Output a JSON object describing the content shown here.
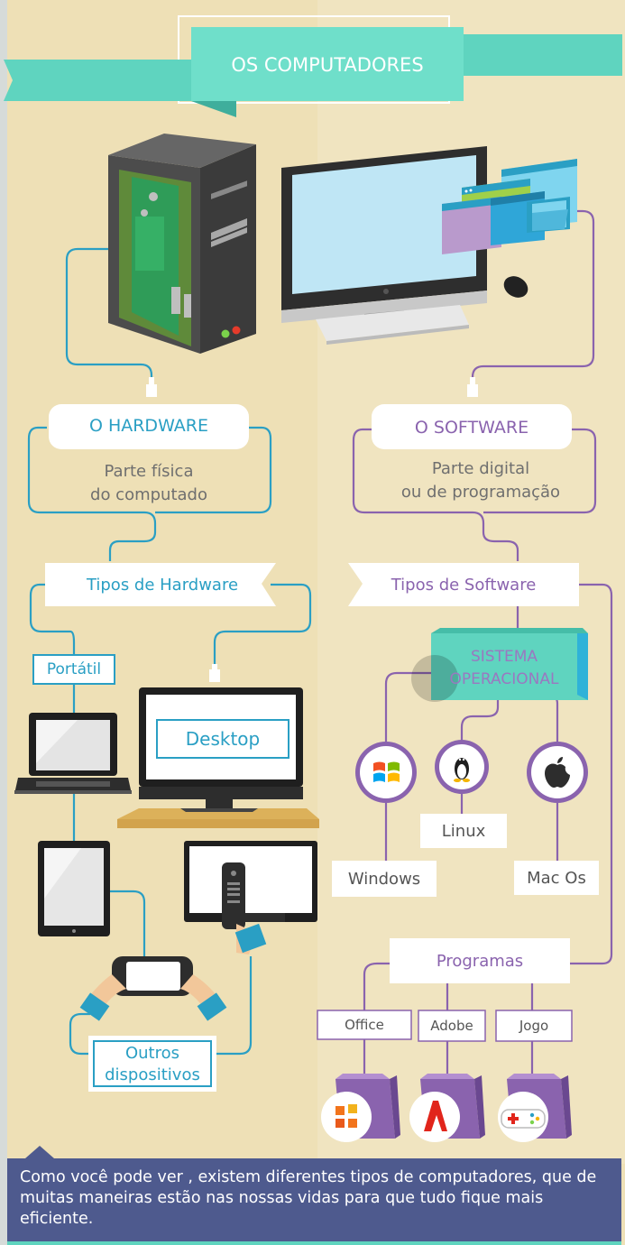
{
  "header": {
    "title": "OS COMPUTADORES"
  },
  "hardware": {
    "title": "O HARDWARE",
    "desc_line1": "Parte física",
    "desc_line2": "do computado",
    "types_label": "Tipos de Hardware",
    "portable": "Portátil",
    "desktop": "Desktop",
    "others_line1": "Outros",
    "others_line2": "dispositivos"
  },
  "software": {
    "title": "O SOFTWARE",
    "desc_line1": "Parte digital",
    "desc_line2": "ou de programação",
    "types_label": "Tipos de Software",
    "os_line1": "SISTEMA",
    "os_line2": "OPERACIONAL",
    "windows": "Windows",
    "linux": "Linux",
    "macos": "Mac Os",
    "programs": "Programas",
    "office": "Office",
    "adobe": "Adobe",
    "game": "Jogo"
  },
  "footer": {
    "text": "Como você pode ver , existem diferentes tipos de computadores, que de muitas maneiras estão nas nossas vidas para que tudo fique mais eficiente."
  },
  "colors": {
    "teal": "#6fdfca",
    "blue": "#2a9fc4",
    "purple": "#8a63ae",
    "footer_bg": "#4e5a8e",
    "background": "#eee0b6"
  },
  "icons": [
    "computer-tower-icon",
    "monitor-icon",
    "app-windows-icon",
    "folder-icon",
    "keyboard-icon",
    "mouse-icon",
    "laptop-icon",
    "desktop-monitor-icon",
    "tablet-icon",
    "tv-icon",
    "remote-control-icon",
    "handheld-console-icon",
    "windows-logo-icon",
    "linux-tux-icon",
    "apple-logo-icon",
    "office-logo-icon",
    "adobe-logo-icon",
    "gamepad-icon"
  ]
}
